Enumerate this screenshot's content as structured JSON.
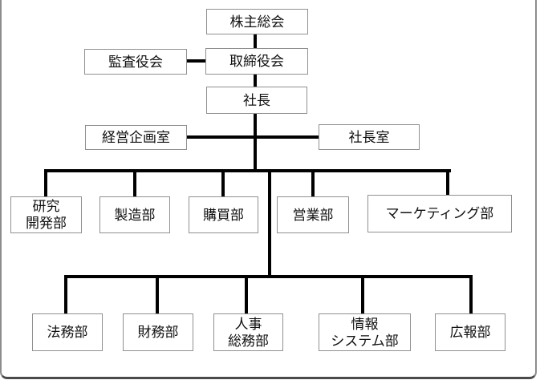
{
  "org": {
    "governance": {
      "shareholders_meeting": "株主総会",
      "audit_board": "監査役会",
      "board_of_directors": "取締役会",
      "president": "社長"
    },
    "staff_offices": {
      "corporate_planning_office": "経営企画室",
      "presidents_office": "社長室"
    },
    "divisions_row1": [
      "研究\n開発部",
      "製造部",
      "購買部",
      "営業部",
      "マーケティング部"
    ],
    "divisions_row2": [
      "法務部",
      "財務部",
      "人事\n総務部",
      "情報\nシステム部",
      "広報部"
    ]
  },
  "colors": {
    "connector": "#000000",
    "node_border": "#909090",
    "text": "#111111",
    "frame_side": "#8d8d8d",
    "frame_bottom": "#4a4a4a"
  }
}
